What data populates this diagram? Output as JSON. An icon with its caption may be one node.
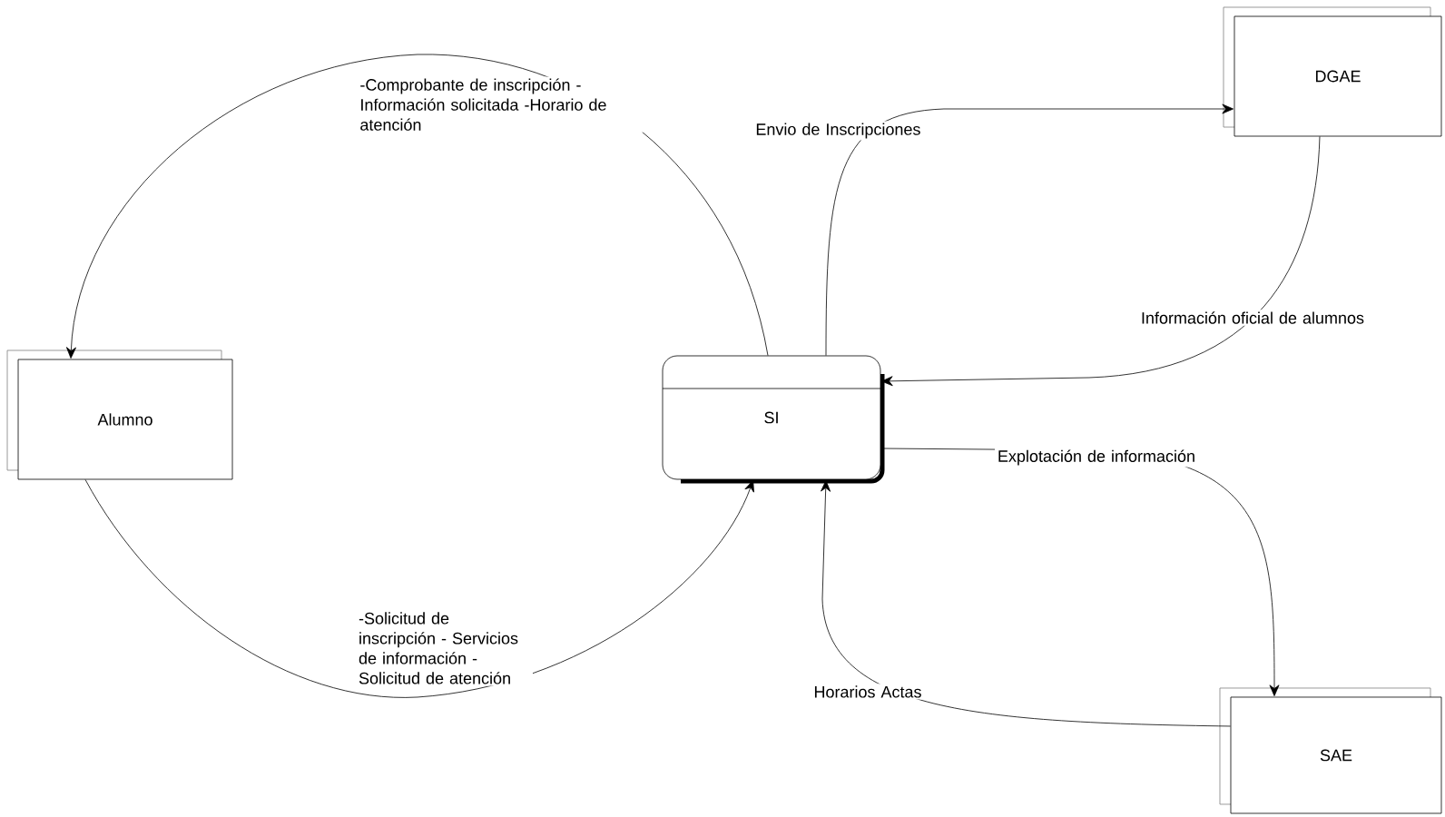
{
  "diagram": {
    "nodes": [
      {
        "text": [
          "Alumno"
        ]
      },
      {
        "text": [
          "SI"
        ]
      },
      {
        "text": [
          "DGAE"
        ]
      },
      {
        "text": [
          "SAE"
        ]
      }
    ],
    "edges": [
      {
        "from": 1,
        "to": 0,
        "arrow": "to",
        "label": "-Comprobante de inscripción -Información solicitada -Horario de atención"
      },
      {
        "from": 0,
        "to": 1,
        "arrow": "to",
        "label": "-Solicitud de inscripción - Servicios de información - Solicitud de atención"
      },
      {
        "from": 1,
        "to": 2,
        "arrow": "to",
        "label": "Envio de Inscripciones"
      },
      {
        "from": 2,
        "to": 1,
        "arrow": "to",
        "label": "Información oficial de alumnos"
      },
      {
        "from": 1,
        "to": 3,
        "arrow": "to",
        "label": "Explotación de información"
      },
      {
        "from": 3,
        "to": 1,
        "arrow": "to",
        "label": "Horarios Actas"
      }
    ]
  }
}
